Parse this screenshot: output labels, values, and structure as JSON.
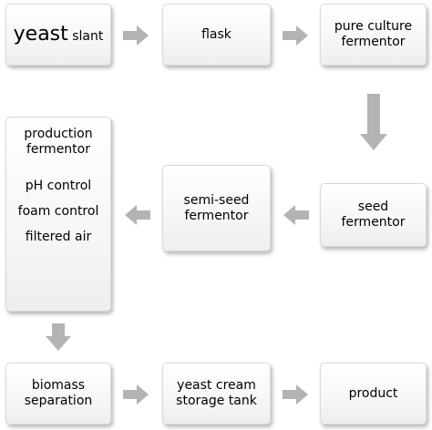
{
  "nodes": {
    "yeast_slant": {
      "big": "yeast",
      "small": "slant"
    },
    "flask": {
      "label": "flask"
    },
    "pure_culture": {
      "line1": "pure culture",
      "line2": "fermentor"
    },
    "seed": {
      "line1": "seed",
      "line2": "fermentor"
    },
    "semi_seed": {
      "line1": "semi-seed",
      "line2": "fermentor"
    },
    "production": {
      "line1": "production",
      "line2": "fermentor",
      "details": [
        "pH control",
        "foam control",
        "filtered air"
      ]
    },
    "biomass": {
      "line1": "biomass",
      "line2": "separation"
    },
    "yeast_cream": {
      "line1": "yeast cream",
      "line2": "storage tank"
    },
    "product": {
      "label": "product"
    }
  },
  "colors": {
    "arrow": "#b3b3b3",
    "box_border": "#d9d9d9"
  }
}
